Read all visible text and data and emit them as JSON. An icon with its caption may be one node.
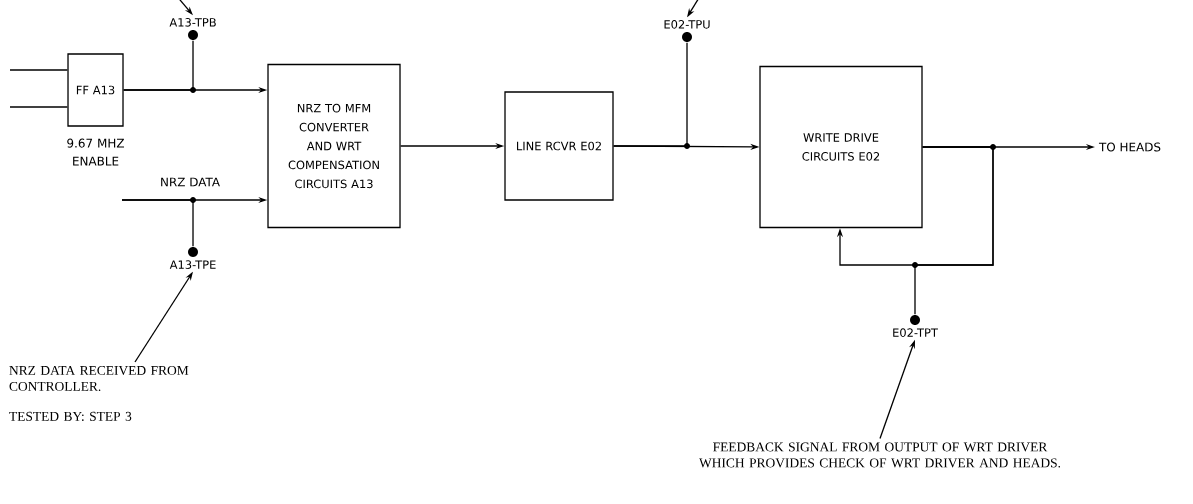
{
  "diagram": {
    "nodes": [
      {
        "text": [
          "FF A13"
        ],
        "beside": [
          "9.67 MHZ ENABLE"
        ]
      },
      {
        "text": [
          "NRZ TO MFM CONVERTER AND WRT COMPENSATION CIRCUITS A13"
        ]
      },
      {
        "text": [
          "LINE RCVR E02"
        ]
      },
      {
        "text": [
          "WRITE DRIVE CIRCUITS E02"
        ]
      },
      {
        "text": [
          "TO HEADS"
        ]
      },
      {
        "text": [
          "A13-TPB"
        ]
      },
      {
        "text": [
          "A13-TPE"
        ]
      },
      {
        "text": [
          "E02-TPU"
        ]
      },
      {
        "text": [
          "E02-TPT"
        ]
      },
      {
        "text": [
          "NRZ DATA RECEIVED FROM CONTROLLER.",
          "TESTED BY: STEP 3"
        ]
      },
      {
        "text": [
          "FEEDBACK SIGNAL FROM OUTPUT OF WRT DRIVER WHICH PROVIDES CHECK OF WRT DRIVER AND HEADS."
        ]
      }
    ],
    "edges": [
      {
        "from": null,
        "to": 0,
        "arrow": "none"
      },
      {
        "from": null,
        "to": 0,
        "arrow": "none"
      },
      {
        "from": 0,
        "to": 1,
        "arrow": "to"
      },
      {
        "from": 0,
        "to": 5,
        "arrow": "none"
      },
      {
        "from": null,
        "to": 1,
        "arrow": "to",
        "label": "NRZ DATA"
      },
      {
        "from": null,
        "to": 6,
        "arrow": "none"
      },
      {
        "from": 1,
        "to": 2,
        "arrow": "to"
      },
      {
        "from": 2,
        "to": 3,
        "arrow": "to"
      },
      {
        "from": 2,
        "to": 7,
        "arrow": "none"
      },
      {
        "from": 3,
        "to": 4,
        "arrow": "to"
      },
      {
        "from": 3,
        "to": 3,
        "arrow": "to"
      },
      {
        "from": 3,
        "to": 8,
        "arrow": "none"
      },
      {
        "from": 9,
        "to": 6,
        "arrow": "to"
      },
      {
        "from": 10,
        "to": 8,
        "arrow": "to"
      },
      {
        "from": null,
        "to": 5,
        "arrow": "to"
      },
      {
        "from": null,
        "to": 7,
        "arrow": "to"
      }
    ]
  }
}
